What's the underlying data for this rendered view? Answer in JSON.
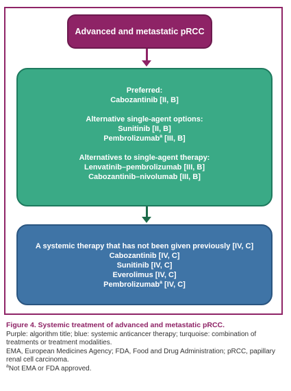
{
  "title": "Advanced and metastatic pRCC",
  "preferred": {
    "heading": "Preferred:",
    "items": [
      "Cabozantinib [II, B]"
    ]
  },
  "alternative_single": {
    "heading": "Alternative single-agent options:",
    "items": [
      "Sunitinib [II, B]",
      "Pembrolizumab",
      "[III, B]"
    ]
  },
  "alternatives_to_single": {
    "heading": "Alternatives to single-agent therapy:",
    "items": [
      "Lenvatinib–pembrolizumab [III, B]",
      "Cabozantinib–nivolumab [III, B]"
    ]
  },
  "systemic": {
    "heading": "A systemic therapy that has not been given previously [IV, C]",
    "items": [
      "Cabozantinib [IV, C]",
      "Sunitinib [IV, C]",
      "Everolimus [IV, C]",
      "Pembrolizumab",
      "[IV, C]"
    ]
  },
  "footnote_marker": "a",
  "caption": {
    "figure_label": "Figure 4.",
    "figure_title": "Systemic treatment of advanced and metastatic pRCC.",
    "legend": "Purple: algorithm title; blue: systemic anticancer therapy; turquoise: combination of treatments or treatment modalities.",
    "abbreviations": "EMA, European Medicines Agency; FDA, Food and Drug Administration; pRCC, papillary renal cell carcinoma.",
    "footnote": "Not EMA or FDA approved."
  },
  "colors": {
    "title": "#8e2366",
    "preferred": "#3aaa86",
    "systemic": "#3f74a6"
  }
}
